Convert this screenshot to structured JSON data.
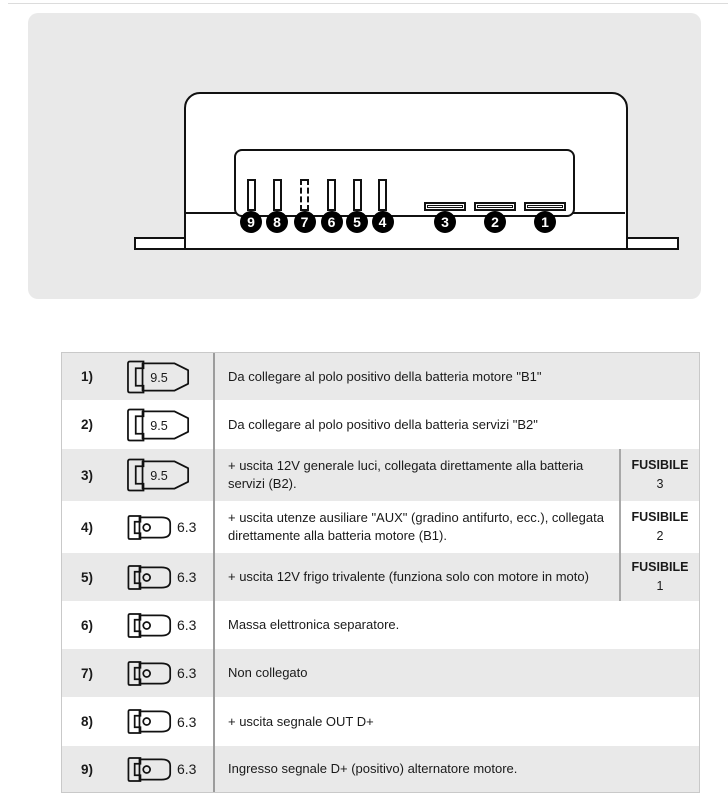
{
  "colors": {
    "panel_bg": "#e9e9e9",
    "row_stripe": "#e9e9e9",
    "drawing_line": "#111111",
    "column_divider": "#9c9c9c",
    "table_border": "#c9c9c9",
    "badge_bg": "#000000",
    "badge_fg": "#ffffff",
    "text": "#1a1a1a"
  },
  "diagram": {
    "small_terminals": [
      {
        "num": "9",
        "dashed": false
      },
      {
        "num": "8",
        "dashed": false
      },
      {
        "num": "7",
        "dashed": true
      },
      {
        "num": "6",
        "dashed": false
      },
      {
        "num": "5",
        "dashed": false
      },
      {
        "num": "4",
        "dashed": false
      }
    ],
    "large_terminals": [
      {
        "num": "3"
      },
      {
        "num": "2"
      },
      {
        "num": "1"
      }
    ]
  },
  "table": {
    "rows": [
      {
        "num": "1)",
        "connector": "9.5",
        "connector_type": "blade-9.5",
        "desc": "Da collegare al polo positivo della batteria motore \"B1\""
      },
      {
        "num": "2)",
        "connector": "9.5",
        "connector_type": "blade-9.5",
        "desc": "Da collegare al polo positivo della batteria servizi \"B2\""
      },
      {
        "num": "3)",
        "connector": "9.5",
        "connector_type": "blade-9.5",
        "desc": "+ uscita 12V generale luci, collegata direttamente alla batteria servizi (B2).",
        "fuse": {
          "label": "FUSIBILE",
          "num": "3"
        }
      },
      {
        "num": "4)",
        "connector": "6.3",
        "connector_type": "blade-6.3",
        "desc": "+ uscita utenze ausiliare \"AUX\" (gradino antifurto, ecc.), collegata direttamente alla batteria motore (B1).",
        "fuse": {
          "label": "FUSIBILE",
          "num": "2"
        }
      },
      {
        "num": "5)",
        "connector": "6.3",
        "connector_type": "blade-6.3",
        "desc": "+ uscita 12V frigo trivalente (funziona solo con motore in moto)",
        "fuse": {
          "label": "FUSIBILE",
          "num": "1"
        }
      },
      {
        "num": "6)",
        "connector": "6.3",
        "connector_type": "blade-6.3",
        "desc": "Massa elettronica separatore."
      },
      {
        "num": "7)",
        "connector": "6.3",
        "connector_type": "blade-6.3",
        "desc": "Non collegato"
      },
      {
        "num": "8)",
        "connector": "6.3",
        "connector_type": "blade-6.3",
        "desc": "+ uscita segnale OUT D+"
      },
      {
        "num": "9)",
        "connector": "6.3",
        "connector_type": "blade-6.3",
        "desc": "Ingresso segnale D+ (positivo) alternatore motore."
      }
    ]
  }
}
